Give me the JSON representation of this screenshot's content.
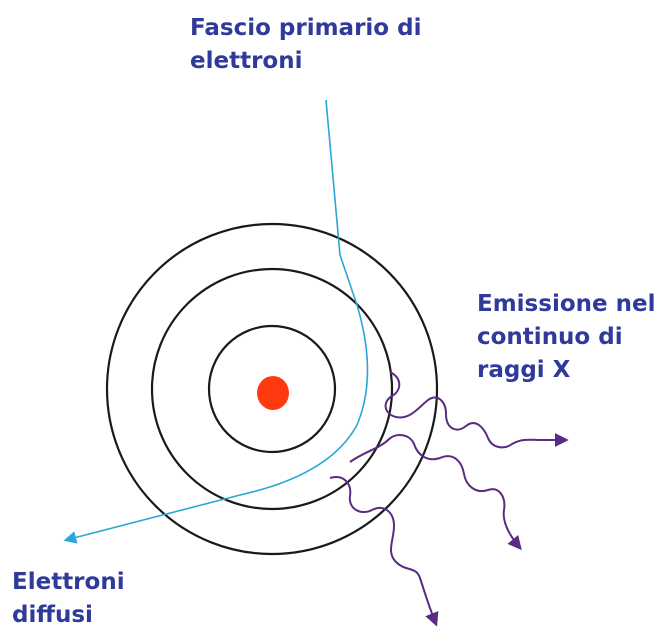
{
  "labels": {
    "primary_beam": [
      "Fascio primario di",
      "elettroni"
    ],
    "xray_emission": [
      "Emissione nel",
      "continuo di",
      "raggi X"
    ],
    "scattered_electrons": [
      "Elettroni",
      "diffusi"
    ]
  },
  "colors": {
    "text": "#2f3a9a",
    "shell": "#1a1a1a",
    "nucleus": "#ff3a10",
    "electron_path": "#2aa6d8",
    "xray_wave": "#5a2b82"
  },
  "icons": {
    "nucleus": "red-dot",
    "shells": "concentric-circles",
    "electron_path": "cyan-line-with-arrowhead",
    "xray_waves": "purple-wavy-arrows"
  }
}
